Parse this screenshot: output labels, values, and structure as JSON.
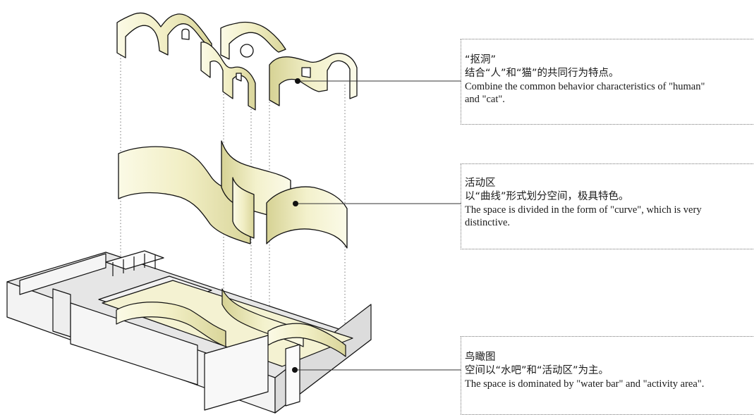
{
  "annotations": [
    {
      "title": "“抠洞”",
      "subtitle": "结合“人”和“猫”的共同行为特点。",
      "english": "Combine the common behavior characteristics of \"human\"\nand \"cat\"."
    },
    {
      "title": "活动区",
      "subtitle": "以“曲线”形式划分空间，极具特色。",
      "english": "The space is divided in the form of \"curve\", which is very\ndistinctive."
    },
    {
      "title": "鸟瞰图",
      "subtitle": "空间以“水吧”和“活动区”为主。",
      "english": "The space is dominated by \"water bar\" and \"activity area\"."
    }
  ],
  "colors": {
    "wall_cream": "#f2f0c8",
    "wall_cream_dark": "#d8d49a",
    "floor_gray": "#e6e6e6",
    "outline": "#111111",
    "dotted_line": "#777777"
  }
}
